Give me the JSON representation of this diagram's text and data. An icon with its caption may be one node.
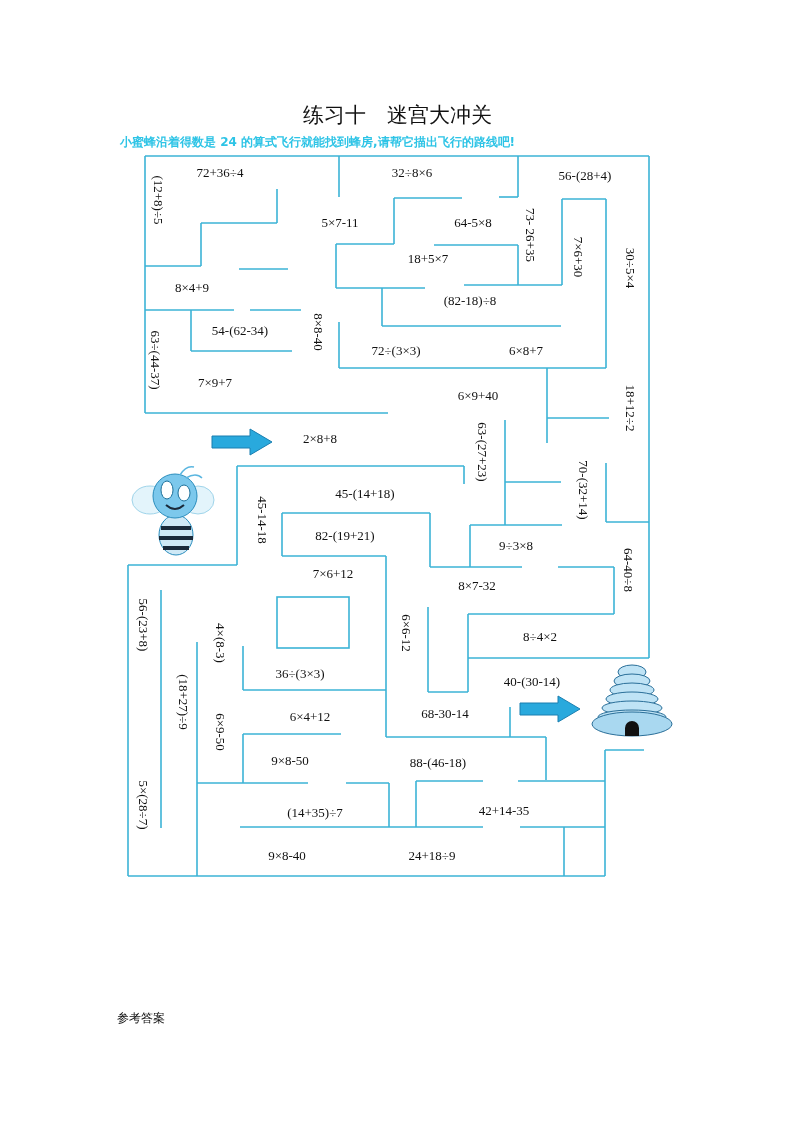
{
  "diagram": {
    "title": "练习十　迷宫大冲关",
    "labels": [
      "小蜜蜂沿着得数是 24 的算式飞行就能找到蜂房,请帮它描出飞行的路线吧!",
      "(12+8)÷5",
      "72+36÷4",
      "32÷8×6",
      "56-(28+4)",
      "73- 26+35",
      "5×7-11",
      "64-5×8",
      "7×6+30",
      "30÷5×4",
      "18+5×7",
      "8×4+9",
      "(82-18)÷8",
      "8×8-40",
      "54-(62-34)",
      "63÷(44-37)",
      "72÷(3×3)",
      "6×8+7",
      "7×9+7",
      "6×9+40",
      "18+12÷2",
      "2×8+8",
      "63-(27+23)",
      "45-(14+18)",
      "70-(32+14)",
      "45-14-18",
      "82-(19+21)",
      "9÷3×8",
      "64-40÷8",
      "7×6+12",
      "8×7-32",
      "56-(23+8)",
      "4×(8-3)",
      "6×6-12",
      "8÷4×2",
      "(18+27)÷9",
      "36÷(3×3)",
      "40-(30-14)",
      "6×9-50",
      "6×4+12",
      "68-30-14",
      "9×8-50",
      "88-(46-18)",
      "5×(28÷7)",
      "(14+35)÷7",
      "42+14-35",
      "9×8-40",
      "24+18÷9",
      "参考答案"
    ]
  }
}
